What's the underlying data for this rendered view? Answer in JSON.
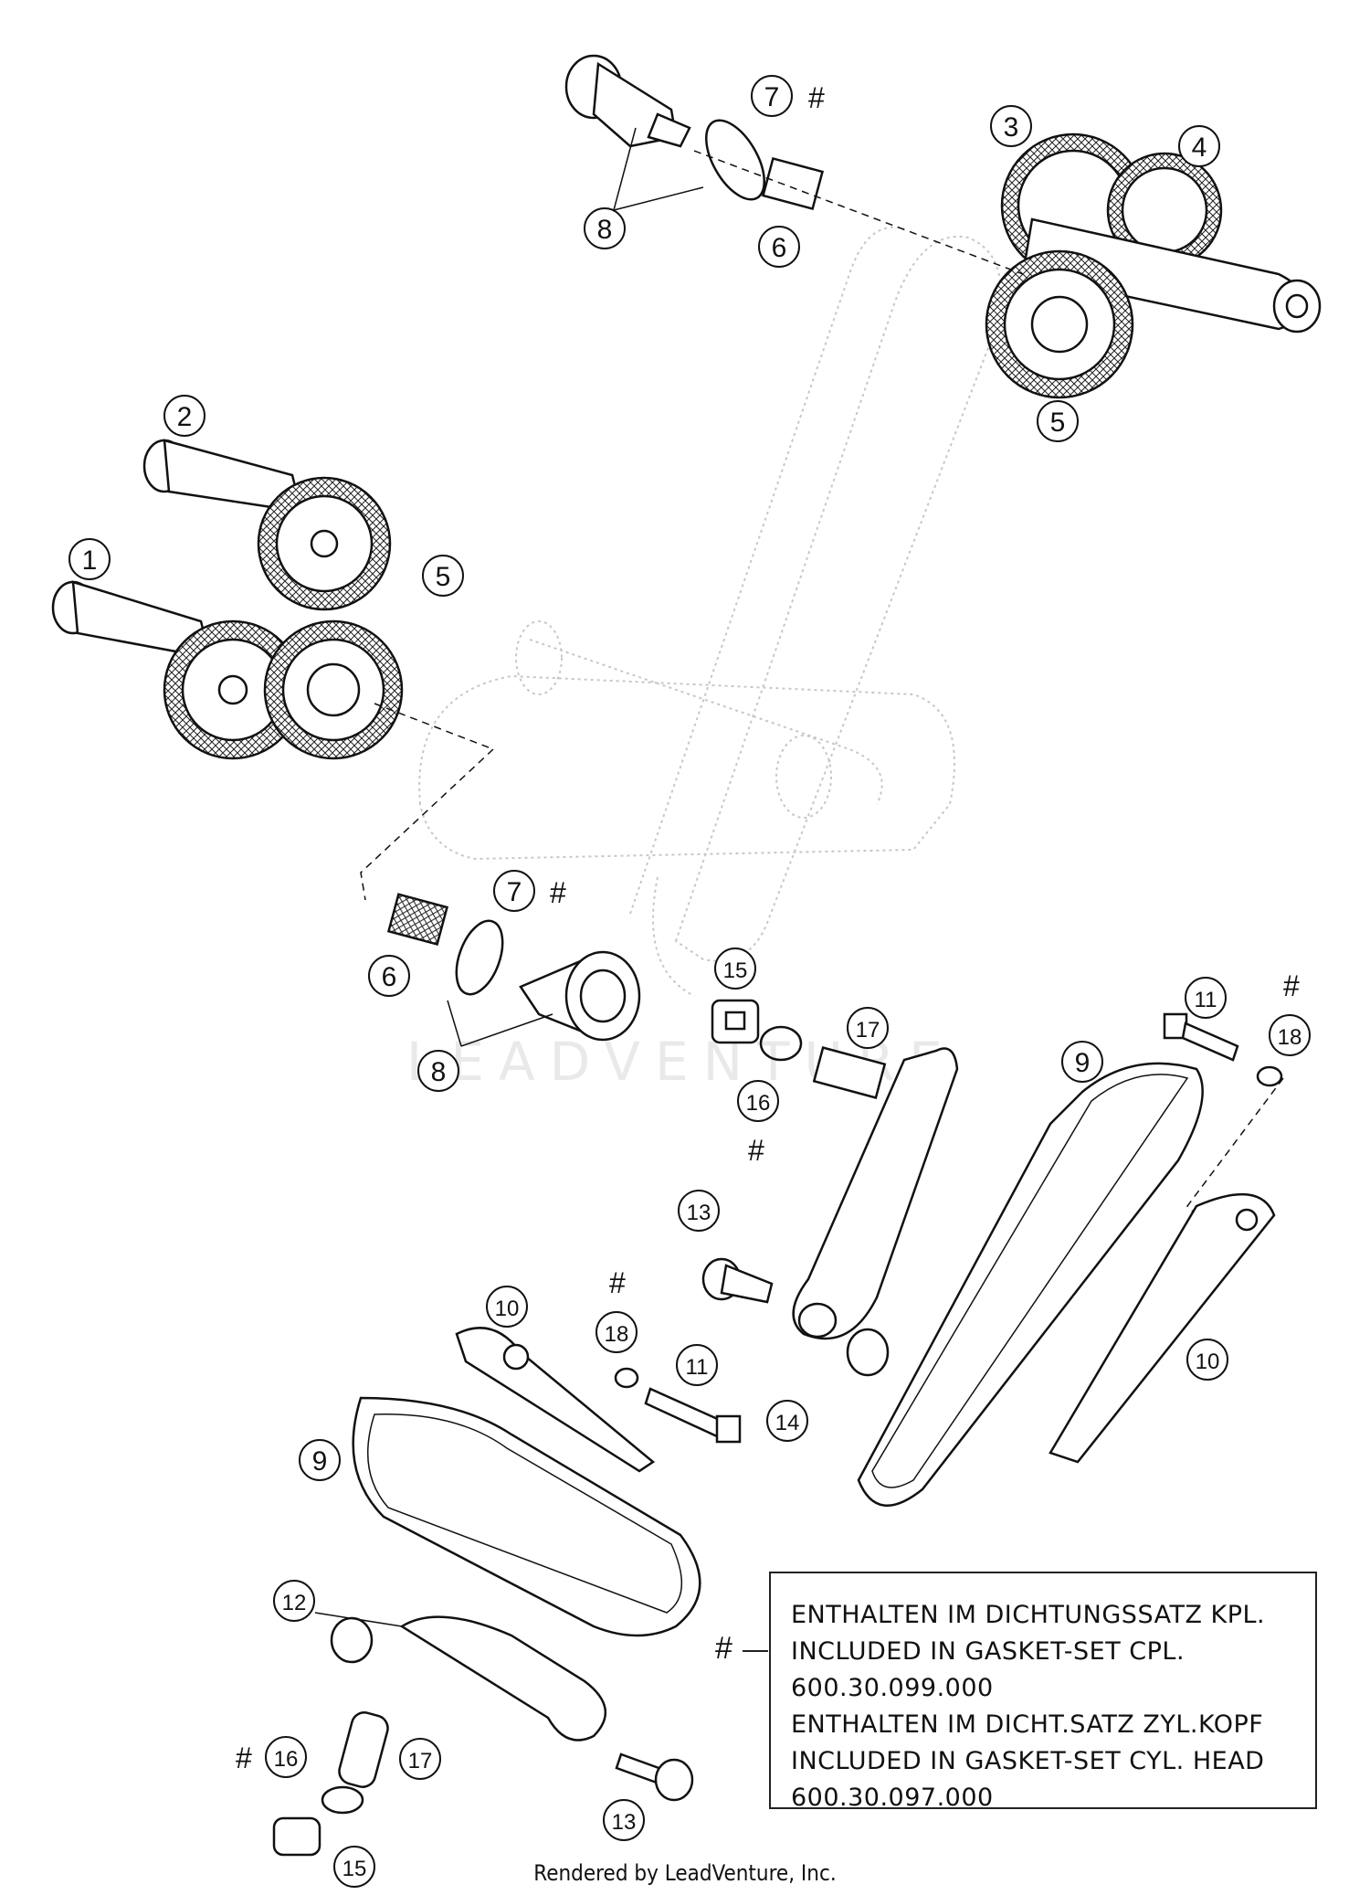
{
  "diagram": {
    "callouts": [
      "1",
      "2",
      "3",
      "4",
      "5",
      "6",
      "7",
      "8",
      "9",
      "10",
      "11",
      "12",
      "13",
      "14",
      "15",
      "16",
      "17",
      "18"
    ],
    "hash_symbol": "#"
  },
  "legend": {
    "line1": "ENTHALTEN IM DICHTUNGSSATZ KPL.",
    "line2": "INCLUDED IN GASKET-SET CPL.",
    "line3": "600.30.099.000",
    "line4": "ENTHALTEN IM DICHT.SATZ ZYL.KOPF",
    "line5": "INCLUDED IN GASKET-SET CYL. HEAD",
    "line6": "600.30.097.000"
  },
  "watermark": "LEADVENTURE",
  "footer": "Rendered by LeadVenture, Inc."
}
